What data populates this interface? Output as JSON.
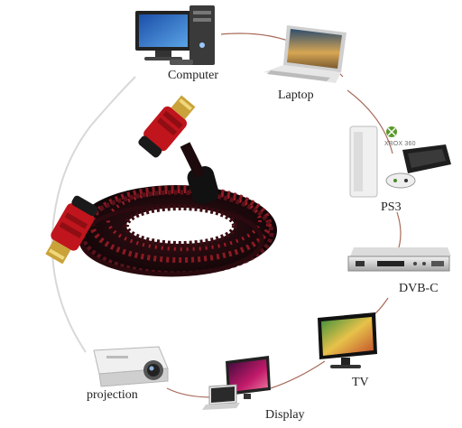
{
  "labels": {
    "computer": "Computer",
    "laptop": "Laptop",
    "ps3": "PS3",
    "dvbc": "DVB-C",
    "tv": "TV",
    "display": "Display",
    "projection": "projection"
  },
  "console_logo": "XBOX 360",
  "icons": {
    "cable": "hdmi-cable-icon",
    "computer": "desktop-computer-icon",
    "laptop": "laptop-icon",
    "ps3": "game-console-icon",
    "dvbc": "set-top-box-icon",
    "tv": "flat-tv-icon",
    "display": "monitor-icon",
    "projection": "projector-icon"
  },
  "colors": {
    "ring": "#a86a5a",
    "cable_red": "#c0151d",
    "cable_black": "#1a1a1a",
    "gold": "#c9a23a"
  }
}
